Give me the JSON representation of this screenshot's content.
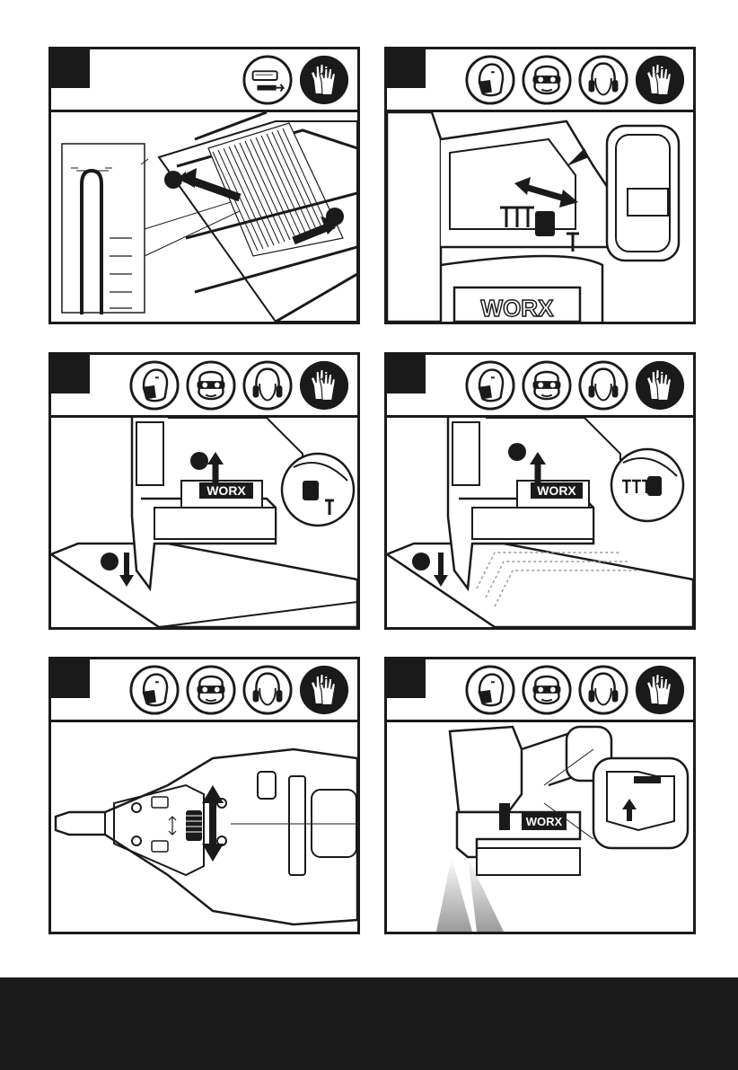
{
  "brand": {
    "logo_text": "WORX"
  },
  "panels": [
    {
      "id": 1,
      "icons": [
        "magazine-load-icon",
        "gloves-icon"
      ]
    },
    {
      "id": 2,
      "icons": [
        "dust-mask-icon",
        "safety-glasses-icon",
        "ear-protection-icon",
        "gloves-icon"
      ]
    },
    {
      "id": 3,
      "icons": [
        "dust-mask-icon",
        "safety-glasses-icon",
        "ear-protection-icon",
        "gloves-icon"
      ]
    },
    {
      "id": 4,
      "icons": [
        "dust-mask-icon",
        "safety-glasses-icon",
        "ear-protection-icon",
        "gloves-icon"
      ]
    },
    {
      "id": 5,
      "icons": [
        "dust-mask-icon",
        "safety-glasses-icon",
        "ear-protection-icon",
        "gloves-icon"
      ]
    },
    {
      "id": 6,
      "icons": [
        "dust-mask-icon",
        "safety-glasses-icon",
        "ear-protection-icon",
        "gloves-icon"
      ]
    }
  ],
  "colors": {
    "ink": "#1a1a1a",
    "paper": "#ffffff",
    "grey": "#9a9a9a"
  }
}
